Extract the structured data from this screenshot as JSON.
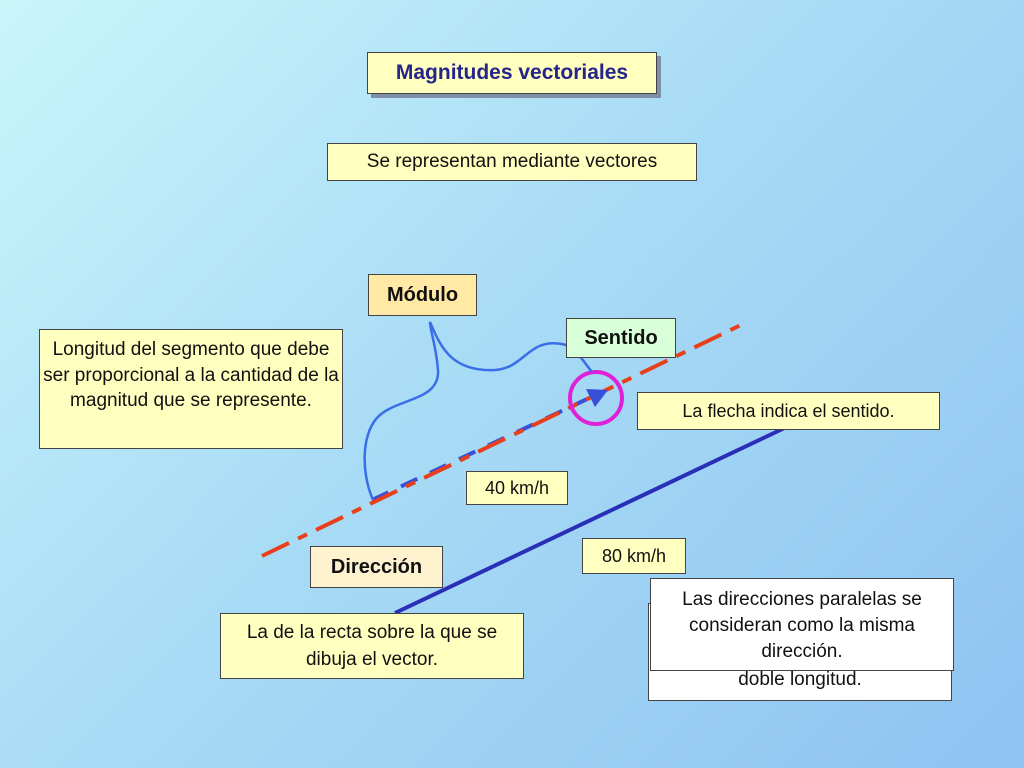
{
  "title": "Magnitudes vectoriales",
  "subtitle": "Se representan mediante vectores",
  "labels": {
    "modulo": "Módulo",
    "sentido": "Sentido",
    "direccion": "Dirección"
  },
  "descriptions": {
    "modulo": "Longitud del segmento que debe ser proporcional a la cantidad de la magnitud que se represente.",
    "sentido": "La flecha indica el sentido.",
    "direccion": "La de la recta sobre la que se dibuja el vector.",
    "paralelas": "Las direcciones paralelas se consideran como la misma dirección.",
    "doble_fragment": "doble longitud."
  },
  "vectors": [
    {
      "label": "40 km/h",
      "color": "#3a4fd8"
    },
    {
      "label": "80 km/h",
      "color": "#2a2fb8"
    }
  ],
  "colors": {
    "direction_line": "#e8401c",
    "sentido_circle": "#e020d8",
    "brace": "#3a6ee8"
  }
}
